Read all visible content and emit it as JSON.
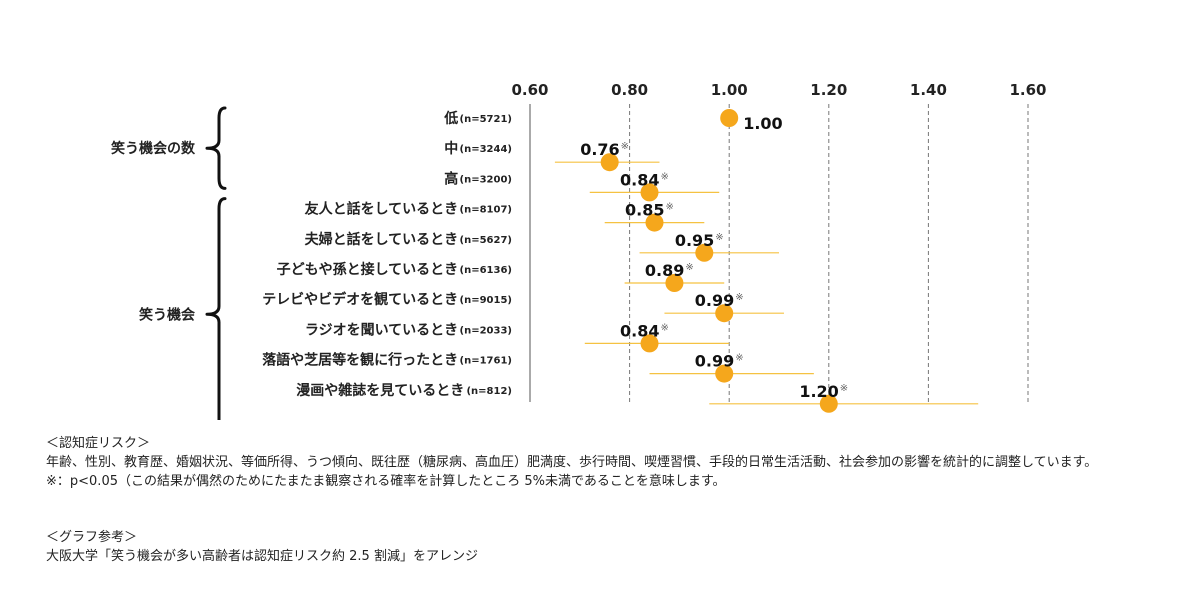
{
  "chart_data": {
    "type": "forest",
    "x_axis": {
      "range": [
        0.6,
        1.6
      ],
      "ticks": [
        "0.60",
        "0.80",
        "1.00",
        "1.20",
        "1.40",
        "1.60"
      ],
      "tick_values": [
        0.6,
        0.8,
        1.0,
        1.2,
        1.4,
        1.6
      ],
      "position": "top",
      "grid": "dashed"
    },
    "groups": [
      {
        "label": "笑う機会の数",
        "rows": [
          0,
          1,
          2
        ]
      },
      {
        "label": "笑う機会",
        "rows": [
          3,
          4,
          5,
          6,
          7,
          8,
          9,
          10
        ]
      }
    ],
    "rows": [
      {
        "label": "低",
        "n": "(n=5721)",
        "value": 1.0,
        "value_label": "1.00",
        "mark": "",
        "ci": null
      },
      {
        "label": "中",
        "n": "(n=3244)",
        "value": 0.76,
        "value_label": "0.76",
        "mark": "※",
        "ci": [
          0.65,
          0.86
        ]
      },
      {
        "label": "高",
        "n": "(n=3200)",
        "value": 0.84,
        "value_label": "0.84",
        "mark": "※",
        "ci": [
          0.72,
          0.98
        ]
      },
      {
        "label": "友人と話をしているとき",
        "n": "(n=8107)",
        "value": 0.85,
        "value_label": "0.85",
        "mark": "※",
        "ci": [
          0.75,
          0.95
        ]
      },
      {
        "label": "夫婦と話をしているとき",
        "n": "(n=5627)",
        "value": 0.95,
        "value_label": "0.95",
        "mark": "※",
        "ci": [
          0.82,
          1.1
        ]
      },
      {
        "label": "子どもや孫と接しているとき",
        "n": "(n=6136)",
        "value": 0.89,
        "value_label": "0.89",
        "mark": "※",
        "ci": [
          0.79,
          0.99
        ]
      },
      {
        "label": "テレビやビデオを観ているとき",
        "n": "(n=9015)",
        "value": 0.99,
        "value_label": "0.99",
        "mark": "※",
        "ci": [
          0.87,
          1.11
        ]
      },
      {
        "label": "ラジオを聞いているとき",
        "n": "(n=2033)",
        "value": 0.84,
        "value_label": "0.84",
        "mark": "※",
        "ci": [
          0.71,
          1.0
        ]
      },
      {
        "label": "落語や芝居等を観に行ったとき",
        "n": "(n=1761)",
        "value": 0.99,
        "value_label": "0.99",
        "mark": "※",
        "ci": [
          0.84,
          1.17
        ]
      },
      {
        "label": "漫画や雑誌を見ているとき",
        "n": "(n=812)",
        "value": 1.2,
        "value_label": "1.20",
        "mark": "※",
        "ci": [
          0.96,
          1.5
        ]
      }
    ],
    "colors": {
      "point": "#f5a71c",
      "ci_line": "#f5c242",
      "grid": "#777777",
      "text": "#222222"
    }
  },
  "notes": {
    "risk_title": "＜認知症リスク＞",
    "risk_adjust": "年齢、性別、教育歴、婚姻状況、等価所得、うつ傾向、既往歴（糖尿病、高血圧）肥満度、歩行時間、喫煙習慣、手段的日常生活活動、社会参加の影響を統計的に調整しています。",
    "risk_sig": "※：p<0.05（この結果が偶然のためにたまたま観察される確率を計算したところ 5%未満であることを意味します。",
    "ref_title": "＜グラフ参考＞",
    "ref_text": "大阪大学「笑う機会が多い高齢者は認知症リスク約 2.5 割減」をアレンジ"
  }
}
